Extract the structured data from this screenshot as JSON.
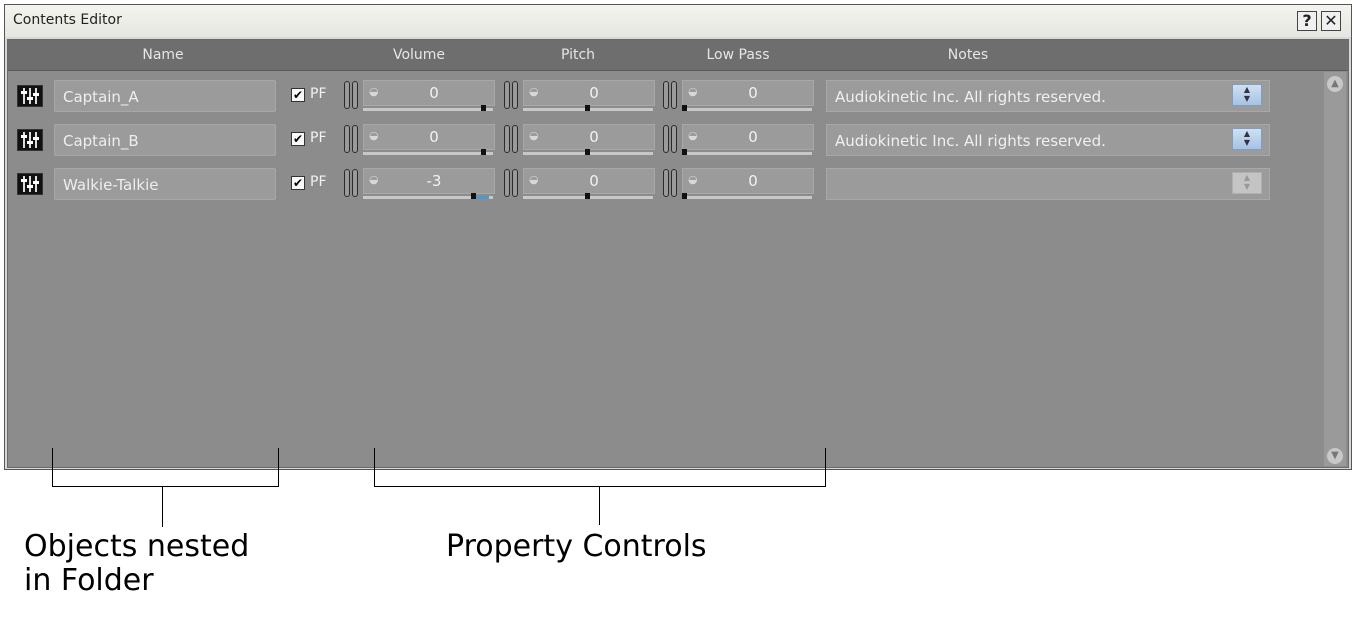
{
  "window": {
    "title": "Contents Editor",
    "help_label": "?",
    "close_label": "✕"
  },
  "columns": {
    "name": "Name",
    "volume": "Volume",
    "pitch": "Pitch",
    "lowpass": "Low Pass",
    "notes": "Notes"
  },
  "rows": [
    {
      "name": "Captain_A",
      "pf_label": "PF",
      "pf_checked": true,
      "volume": "0",
      "pitch": "0",
      "lowpass": "0",
      "notes": "Audiokinetic Inc. All rights reserved."
    },
    {
      "name": "Captain_B",
      "pf_label": "PF",
      "pf_checked": true,
      "volume": "0",
      "pitch": "0",
      "lowpass": "0",
      "notes": "Audiokinetic Inc. All rights reserved."
    },
    {
      "name": "Walkie-Talkie",
      "pf_label": "PF",
      "pf_checked": true,
      "volume": "-3",
      "pitch": "0",
      "lowpass": "0",
      "notes": ""
    }
  ],
  "annotations": {
    "objects_line1": "Objects nested",
    "objects_line2": "in Folder",
    "property_controls": "Property Controls"
  },
  "colors": {
    "panel": "#8c8c8c",
    "header": "#6e6e6e",
    "field": "#9b9b9b",
    "accent": "#4b9bd2"
  }
}
